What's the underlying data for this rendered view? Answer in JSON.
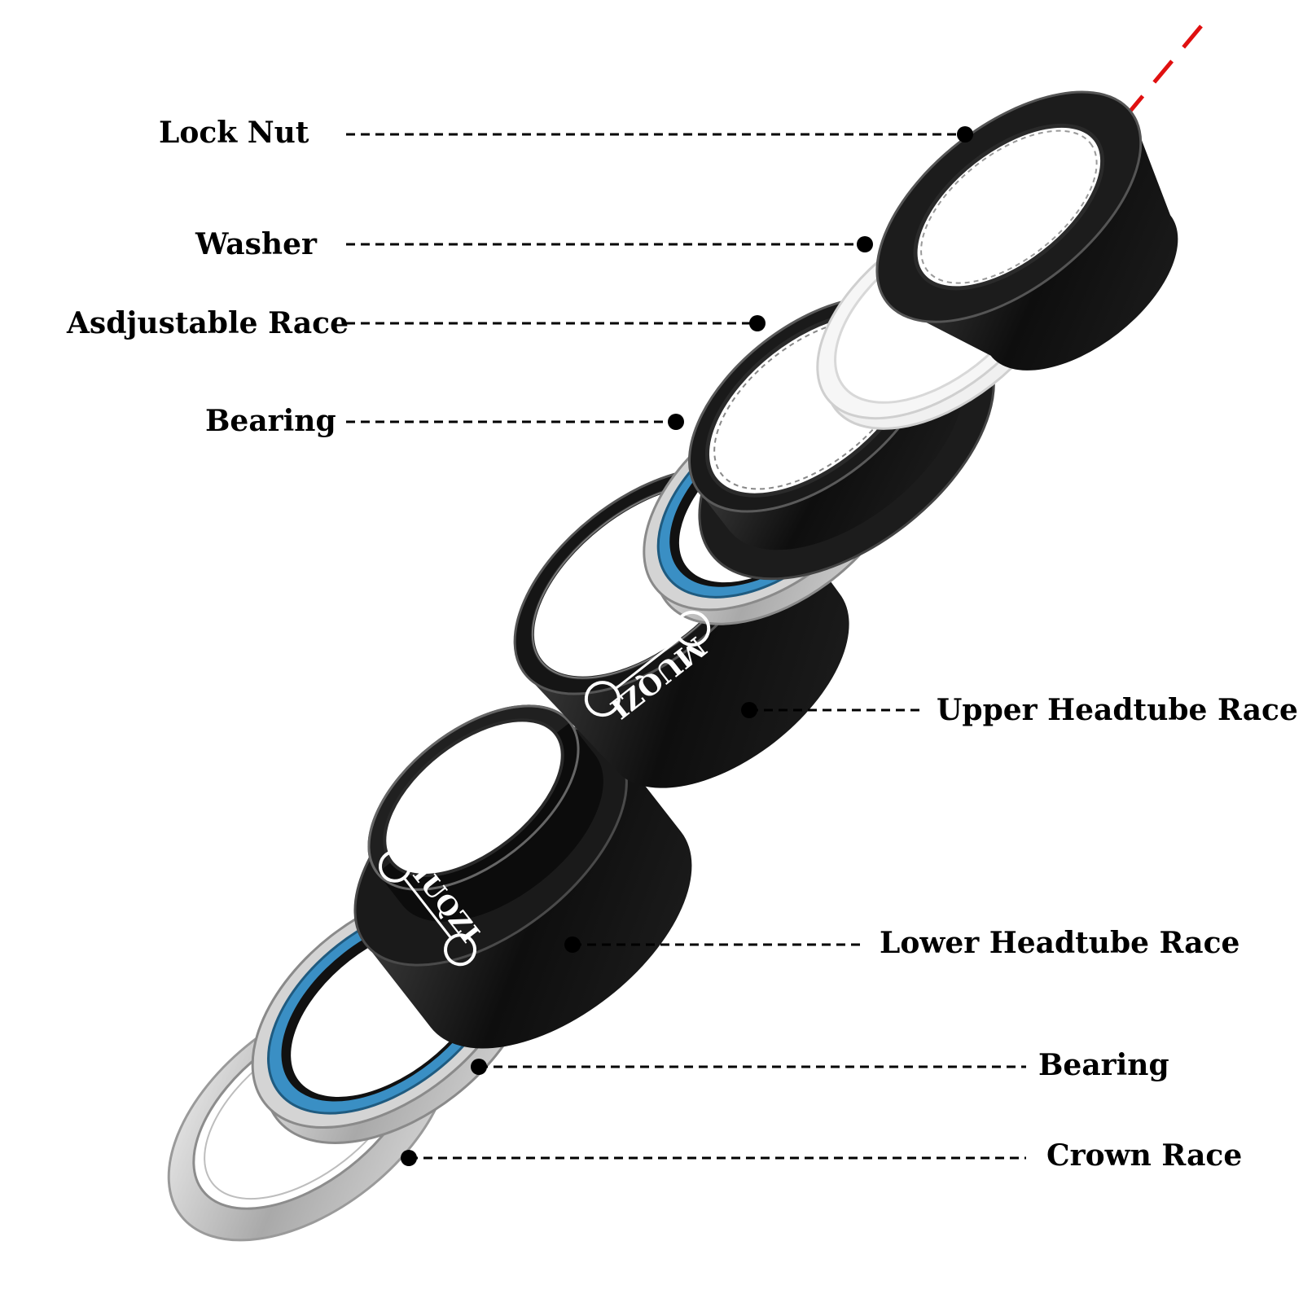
{
  "colors": {
    "background": "#ffffff",
    "label_text": "#000000",
    "leader_line": "#000000",
    "axis_line": "#e01010",
    "anodized_black": "#111111",
    "bearing_seal_blue": "#3a8fc4",
    "bearing_shell_silver": "#c9c9c9",
    "washer_white": "#eeeeee"
  },
  "logo": {
    "text": "MUQZI",
    "icon": "scooter-icon"
  },
  "labels": {
    "lock_nut": "Lock Nut",
    "washer": "Washer",
    "adjustable_race": "Asdjustable Race",
    "bearing_top": "Bearing",
    "upper_headtube_race": "Upper Headtube Race",
    "lower_headtube_race": "Lower Headtube Race",
    "bearing_bottom": "Bearing",
    "crown_race": "Crown Race"
  }
}
